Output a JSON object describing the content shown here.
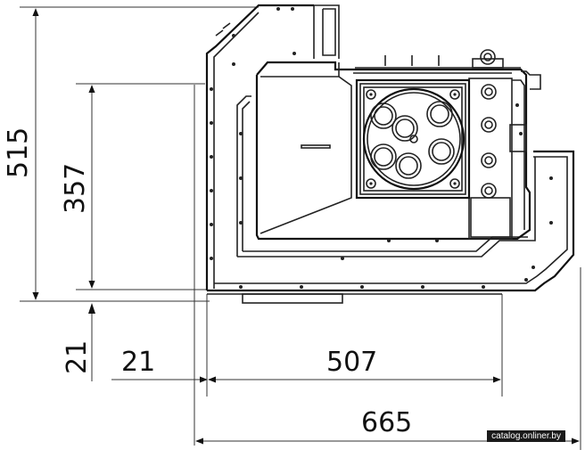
{
  "dimensions": {
    "total_height": "515",
    "inner_height": "357",
    "bottom_offset_vertical": "21",
    "bottom_offset_horizontal": "21",
    "base_width": "507",
    "total_width": "665"
  },
  "watermark": "catalog.onliner.by"
}
